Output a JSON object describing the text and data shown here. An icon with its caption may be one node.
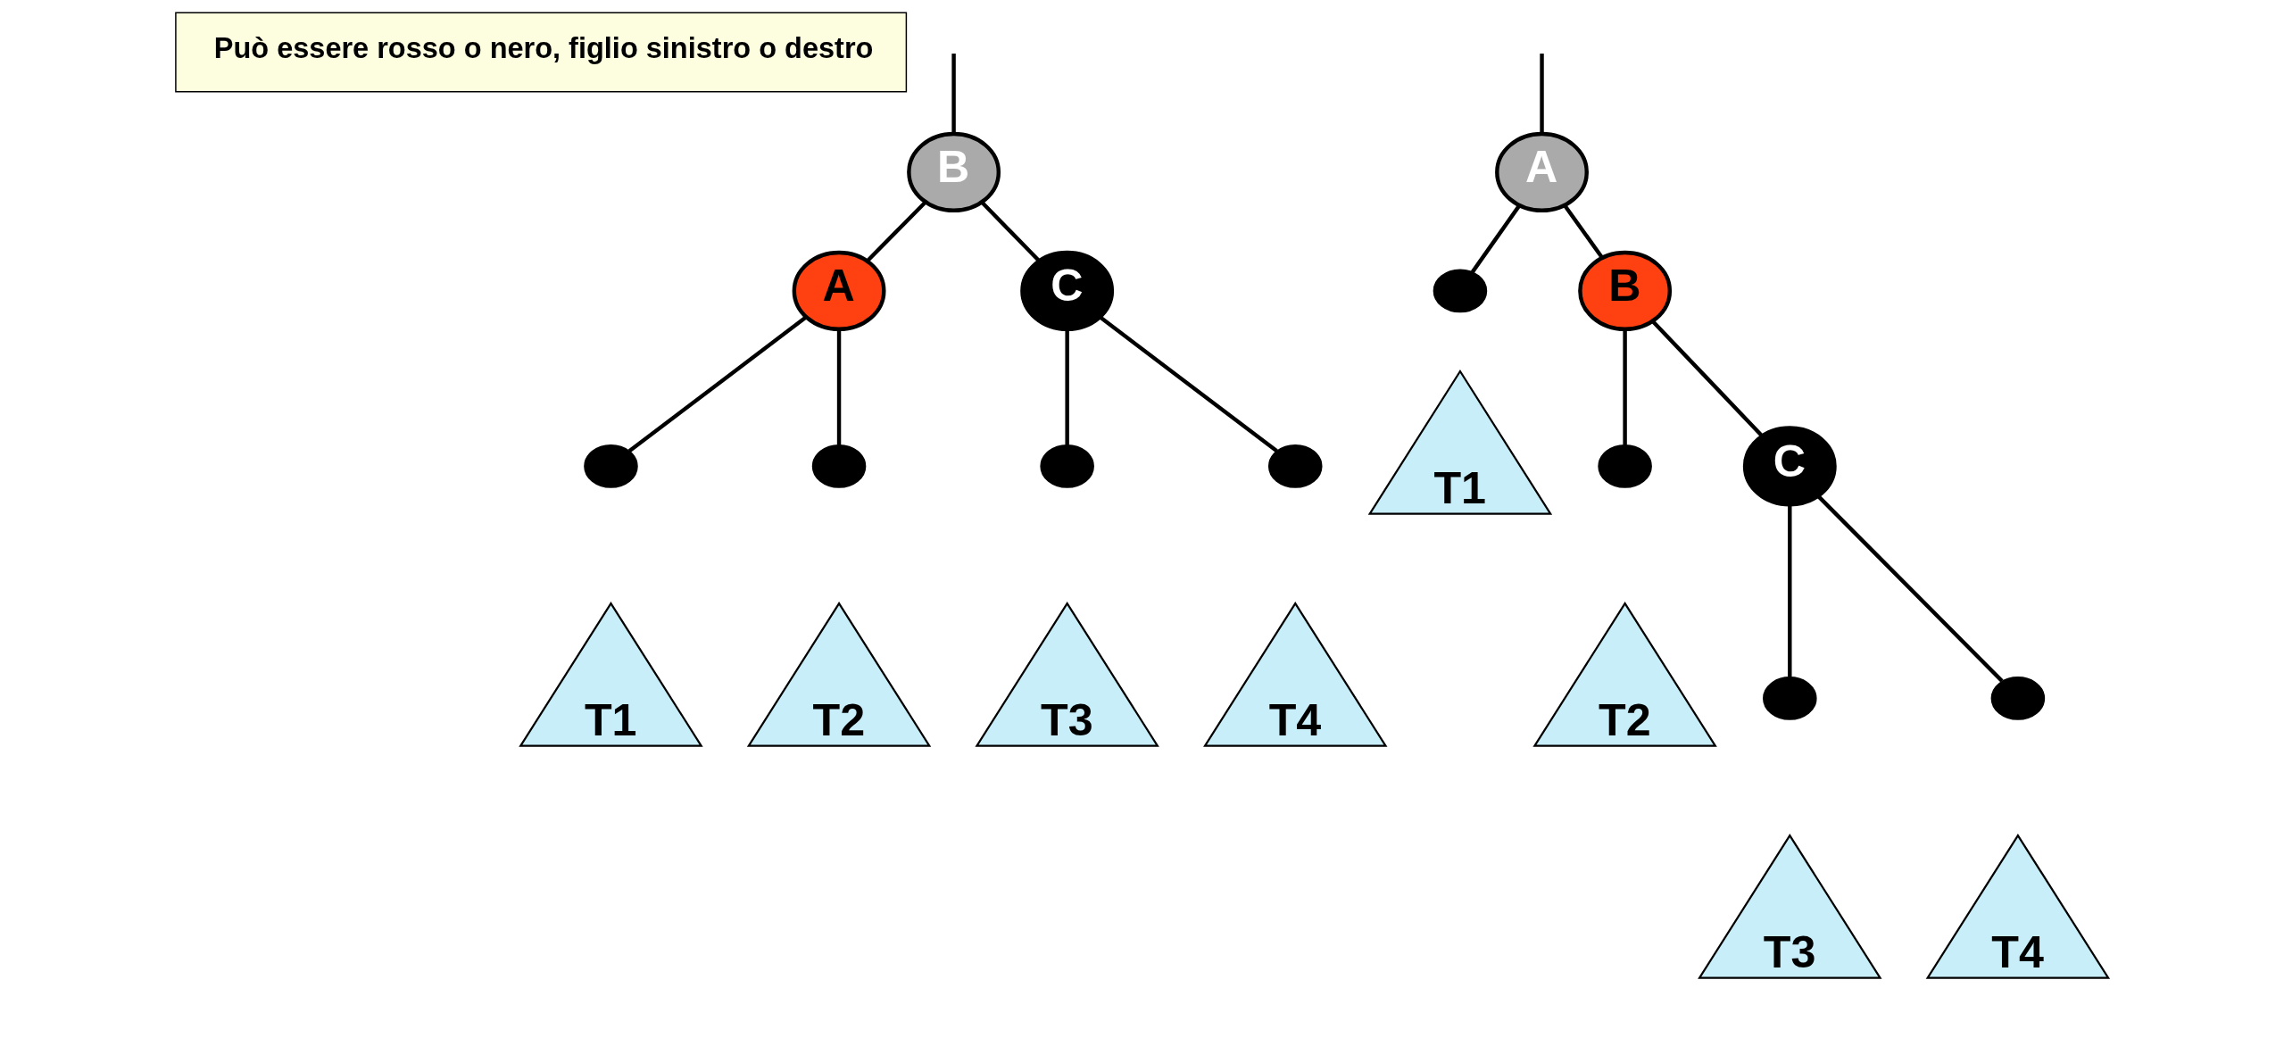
{
  "diagram": {
    "nodes": [
      {
        "text": [
          "Può essere rosso o nero, figlio sinistro o destro"
        ]
      },
      {
        "text": [
          "B"
        ]
      },
      {
        "text": [
          "A"
        ]
      },
      {
        "text": [
          "C"
        ]
      },
      {
        "text": [],
        "shape": "circle"
      },
      {
        "text": [],
        "shape": "circle"
      },
      {
        "text": [],
        "shape": "circle"
      },
      {
        "text": [],
        "shape": "circle"
      },
      {
        "text": [
          "T1"
        ]
      },
      {
        "text": [
          "T2"
        ]
      },
      {
        "text": [
          "T3"
        ]
      },
      {
        "text": [
          "T4"
        ]
      },
      {
        "text": [
          "A"
        ]
      },
      {
        "text": [],
        "shape": "circle"
      },
      {
        "text": [
          "B"
        ]
      },
      {
        "text": [],
        "shape": "circle"
      },
      {
        "text": [
          "C"
        ]
      },
      {
        "text": [],
        "shape": "circle"
      },
      {
        "text": [],
        "shape": "circle"
      },
      {
        "text": [
          "T1"
        ]
      },
      {
        "text": [
          "T2"
        ]
      },
      {
        "text": [
          "T3"
        ]
      },
      {
        "text": [
          "T4"
        ]
      }
    ],
    "edges": [
      {
        "from": null,
        "to": 1,
        "arrow": "none"
      },
      {
        "from": 1,
        "to": 2,
        "arrow": "none"
      },
      {
        "from": 1,
        "to": 3,
        "arrow": "none"
      },
      {
        "from": 2,
        "to": 4,
        "arrow": "none"
      },
      {
        "from": 2,
        "to": 5,
        "arrow": "none"
      },
      {
        "from": 3,
        "to": 6,
        "arrow": "none"
      },
      {
        "from": 3,
        "to": 7,
        "arrow": "none"
      },
      {
        "from": null,
        "to": 12,
        "arrow": "none"
      },
      {
        "from": 12,
        "to": 13,
        "arrow": "none"
      },
      {
        "from": 12,
        "to": 14,
        "arrow": "none"
      },
      {
        "from": 14,
        "to": 15,
        "arrow": "none"
      },
      {
        "from": 14,
        "to": 16,
        "arrow": "none"
      },
      {
        "from": 16,
        "to": 17,
        "arrow": "none"
      },
      {
        "from": 16,
        "to": 18,
        "arrow": "none"
      }
    ]
  }
}
